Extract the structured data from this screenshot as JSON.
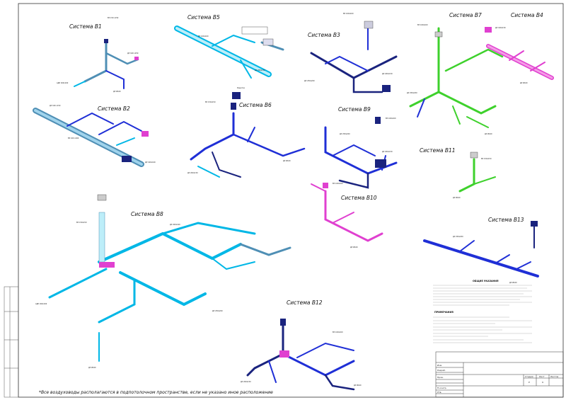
{
  "systems": [
    {
      "id": "v1",
      "title": "Система В1"
    },
    {
      "id": "v2",
      "title": "Система В2"
    },
    {
      "id": "v3",
      "title": "Система В3"
    },
    {
      "id": "v4",
      "title": "Система В4"
    },
    {
      "id": "v5",
      "title": "Система В5"
    },
    {
      "id": "v6",
      "title": "Система В6"
    },
    {
      "id": "v7",
      "title": "Система В7"
    },
    {
      "id": "v8",
      "title": "Система В8"
    },
    {
      "id": "v9",
      "title": "Система В9"
    },
    {
      "id": "v10",
      "title": "Система В10"
    },
    {
      "id": "v11",
      "title": "Система В11"
    },
    {
      "id": "v12",
      "title": "Система В12"
    },
    {
      "id": "v13",
      "title": "Система В13"
    }
  ],
  "notes": {
    "general_heading": "ОБЩИЕ УКАЗАНИЯ",
    "remarks_heading": "ПРИМЕЧАНИЯ"
  },
  "footer_note": "*Все воздуховоды располагаются в подпотолочном пространстве, если не указано иное расположение",
  "stamp": {
    "row_labels": [
      "Изм.",
      "Разраб.",
      "Пров.",
      "Н.контр.",
      "Утв."
    ],
    "col_labels": [
      "Стадия",
      "Лист",
      "Листов"
    ],
    "stage": "Р",
    "sheet": "9"
  },
  "colors": {
    "cyan": "#00b7e6",
    "blue": "#1f2fd6",
    "navy": "#1a237e",
    "green": "#3ed12c",
    "magenta": "#e040d0",
    "steel": "#4f8fb5"
  }
}
